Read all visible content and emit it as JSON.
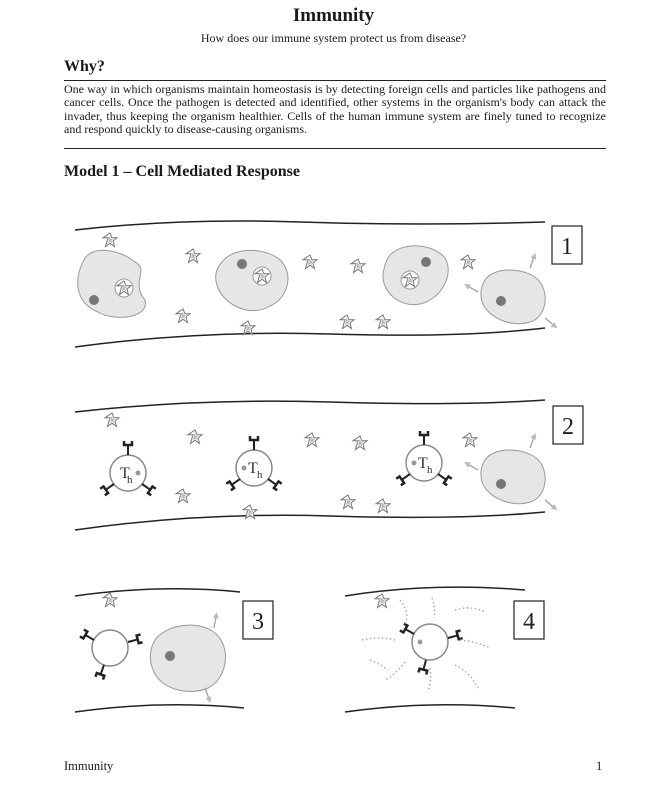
{
  "header": {
    "title": "Immunity",
    "subtitle": "How does our immune system protect us from disease?"
  },
  "why": {
    "heading": "Why?",
    "body": "One way in which organisms maintain homeostasis is by detecting foreign cells and particles like pathogens and cancer cells. Once the pathogen is detected and identified, other systems in the organism's body can attack the invader, thus keeping the organism healthier. Cells of the human immune system are finely tuned to recognize and respond quickly to disease-causing organisms."
  },
  "model": {
    "heading": "Model 1 – Cell Mediated Response",
    "panels": [
      {
        "number": "1"
      },
      {
        "number": "2"
      },
      {
        "number": "3"
      },
      {
        "number": "4"
      }
    ],
    "helper_cell_label": "T",
    "helper_cell_subscript": "h"
  },
  "footer": {
    "left": "Immunity",
    "page_number": "1"
  }
}
